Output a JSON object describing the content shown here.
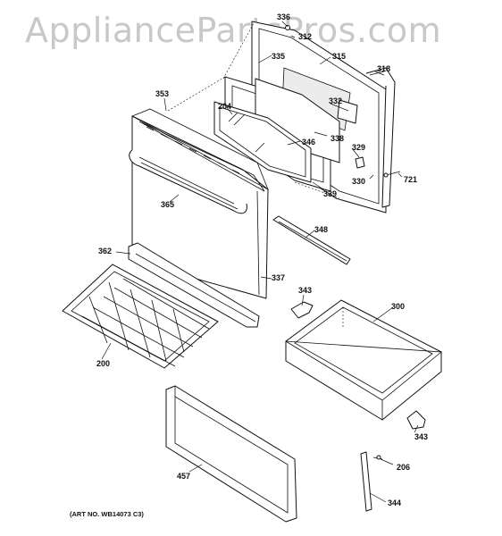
{
  "watermark": "AppliancePartsPros.com",
  "art_number": "(ART NO. WB14073 C3)",
  "callouts": {
    "p336": "336",
    "p312": "312",
    "p335": "335",
    "p315": "315",
    "p318": "318",
    "p353": "353",
    "p204": "204",
    "p332": "332",
    "p346": "346",
    "p338": "338",
    "p329": "329",
    "p330": "330",
    "p721": "721",
    "p339": "339",
    "p365": "365",
    "p348": "348",
    "p362": "362",
    "p337": "337",
    "p343a": "343",
    "p300": "300",
    "p200": "200",
    "p343b": "343",
    "p206": "206",
    "p457": "457",
    "p344": "344"
  }
}
